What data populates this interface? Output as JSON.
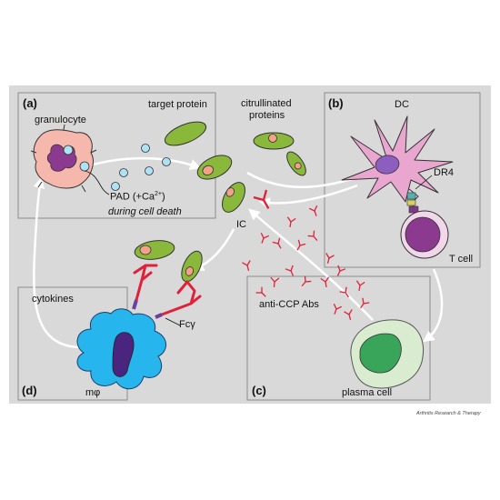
{
  "colors": {
    "background": "#d9d9d9",
    "panel_border": "#8c8c8c",
    "arrow": "#ffffff",
    "protein_green": "#8ab83a",
    "citrulline_pink": "#f3a28a",
    "granulocyte_pink": "#f6b8ad",
    "dc_pink": "#e9a6cf",
    "t_cell_purple": "#8b3a8f",
    "macrophage_blue": "#27b5ee",
    "antibody_red": "#e0213a",
    "plasma_green": "#39a55a",
    "calcium_blue": "#aee1f4",
    "dr4_teal": "#56b1b0"
  },
  "panels": {
    "a": {
      "letter": "(a)",
      "granulocyte": "granulocyte",
      "pad": "PAD (+Ca",
      "pad_sup": "2+",
      "pad_end": ")",
      "death": "during cell death"
    },
    "b": {
      "letter": "(b)",
      "dc": "DC",
      "dr4": "DR4",
      "tcell": "T cell"
    },
    "c": {
      "letter": "(c)",
      "plasma": "plasma cell"
    },
    "d": {
      "letter": "(d)",
      "cytokines": "cytokines",
      "mphi": "mφ"
    }
  },
  "labels": {
    "target_protein": "target protein",
    "citrullinated_line1": "citrullinated",
    "citrullinated_line2": "proteins",
    "ic": "IC",
    "fcg": "Fcγ",
    "anti_ccp": "anti-CCP Abs"
  },
  "credit": "Arthritis Research & Therapy"
}
